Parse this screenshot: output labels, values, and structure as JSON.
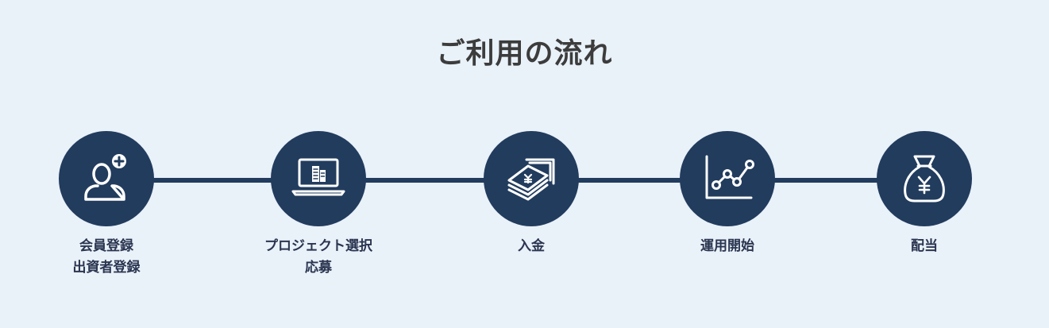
{
  "section": {
    "title": "ご利用の流れ"
  },
  "colors": {
    "background": "#e9f1f9",
    "accent": "#223c5e",
    "text": "#2a3550",
    "icon": "#ffffff"
  },
  "steps": [
    {
      "icon": "user-add-icon",
      "lines": [
        "会員登録",
        "出資者登録"
      ]
    },
    {
      "icon": "laptop-building-icon",
      "lines": [
        "プロジェクト選択",
        "応募"
      ]
    },
    {
      "icon": "atm-yen-icon",
      "lines": [
        "入金"
      ]
    },
    {
      "icon": "line-chart-icon",
      "lines": [
        "運用開始"
      ]
    },
    {
      "icon": "yen-money-bag-icon",
      "lines": [
        "配当"
      ]
    }
  ]
}
